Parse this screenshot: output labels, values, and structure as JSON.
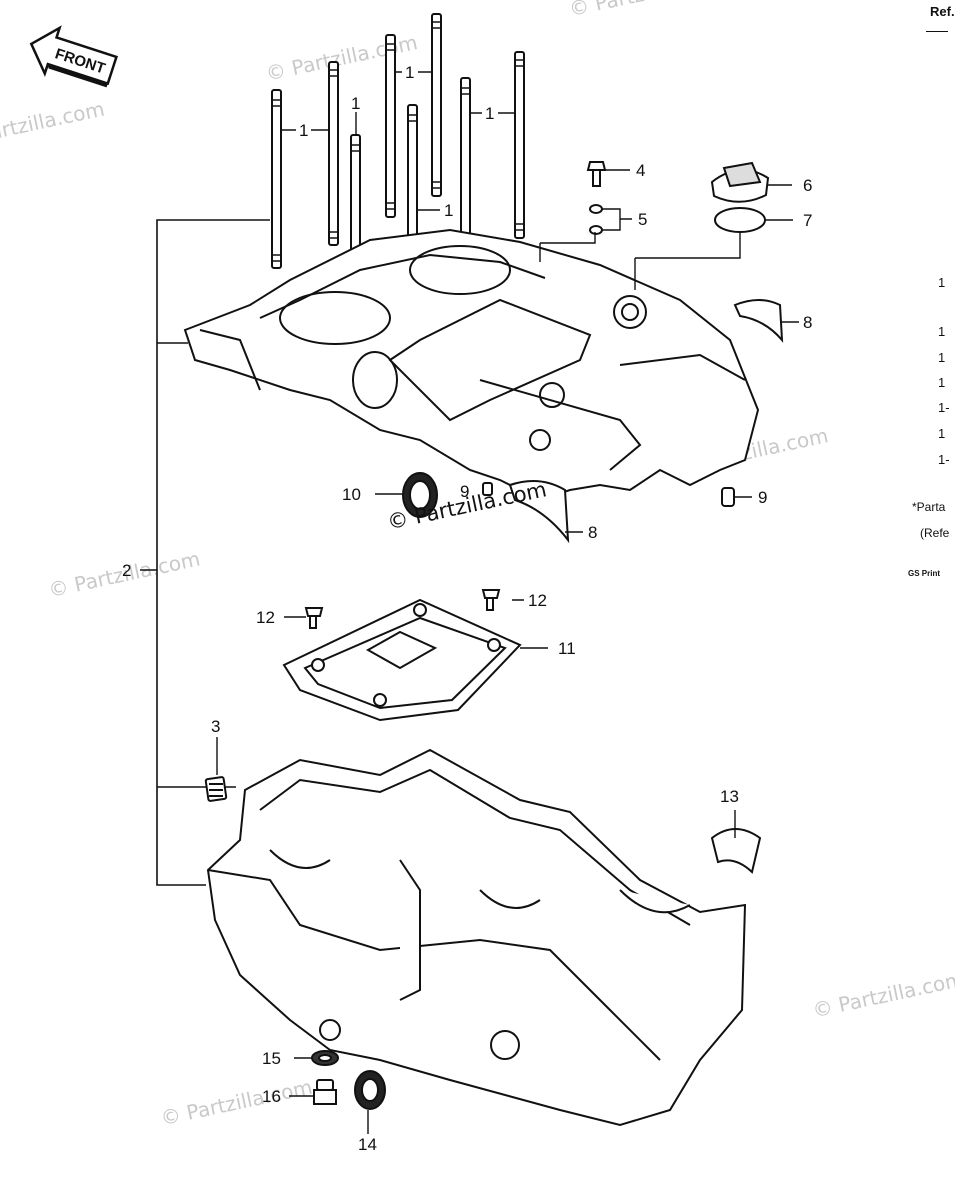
{
  "diagram": {
    "front_label": "FRONT",
    "callouts": {
      "c1a": "1",
      "c1b": "1",
      "c1c": "1",
      "c1d": "1",
      "c1e": "1",
      "c2": "2",
      "c3": "3",
      "c4": "4",
      "c5": "5",
      "c6": "6",
      "c7": "7",
      "c8a": "8",
      "c8b": "8",
      "c9a": "9",
      "c9b": "9",
      "c10": "10",
      "c11": "11",
      "c12a": "12",
      "c12b": "12",
      "c13": "13",
      "c14": "14",
      "c15": "15",
      "c16": "16"
    },
    "watermark": "© Partzilla.com"
  },
  "side_panel": {
    "ref_header": "Ref.",
    "rows": [
      "1",
      "1",
      "1",
      "1",
      "1-",
      "1",
      "1-"
    ],
    "note_1": "*Parta",
    "note_2": "(Refe",
    "print_label": "GS Print"
  }
}
